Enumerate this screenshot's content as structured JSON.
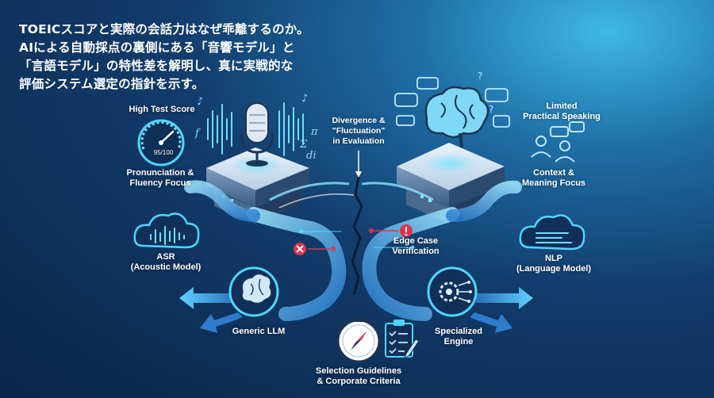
{
  "headline": {
    "lines": [
      "TOEICスコアと実際の会話力はなぜ乖離するのか。",
      "AIによる自動採点の裏側にある「音響モデル」と",
      "「言語モデル」の特性差を解明し、真に実戦的な",
      "評価システム選定の指針を示す。"
    ]
  },
  "labels": {
    "high_test_score": "High Test Score",
    "gauge_value": "95/100",
    "pronunciation_line1": "Pronunciation &",
    "pronunciation_line2": "Fluency Focus",
    "divergence_line1": "Divergence &",
    "divergence_line2": "\"Fluctuation\"",
    "divergence_line3": "in Evaluation",
    "limited_line1": "Limited",
    "limited_line2": "Practical Speaking",
    "context_line1": "Context &",
    "context_line2": "Meaning Focus",
    "asr_line1": "ASR",
    "asr_line2": "(Acoustic Model)",
    "edge_line1": "Edge Case",
    "edge_line2": "Verification",
    "nlp_line1": "NLP",
    "nlp_line2": "(Language Model)",
    "generic_llm": "Generic LLM",
    "specialized_line1": "Specialized",
    "specialized_line2": "Engine",
    "selection_line1": "Selection Guidelines",
    "selection_line2": "& Corporate Criteria"
  },
  "colors": {
    "accent_cyan": "#4fd6ff",
    "stream_blue": "#3a9ee8",
    "alert_red": "#e0334a",
    "panel_dark": "#0b2548"
  },
  "icons": [
    "microphone-icon",
    "gauge-icon",
    "brain-icon",
    "people-chat-icon",
    "cloud-waveform-icon",
    "cloud-text-icon",
    "compass-icon",
    "checklist-icon",
    "gear-circuit-icon",
    "error-x-icon",
    "alert-icon"
  ]
}
